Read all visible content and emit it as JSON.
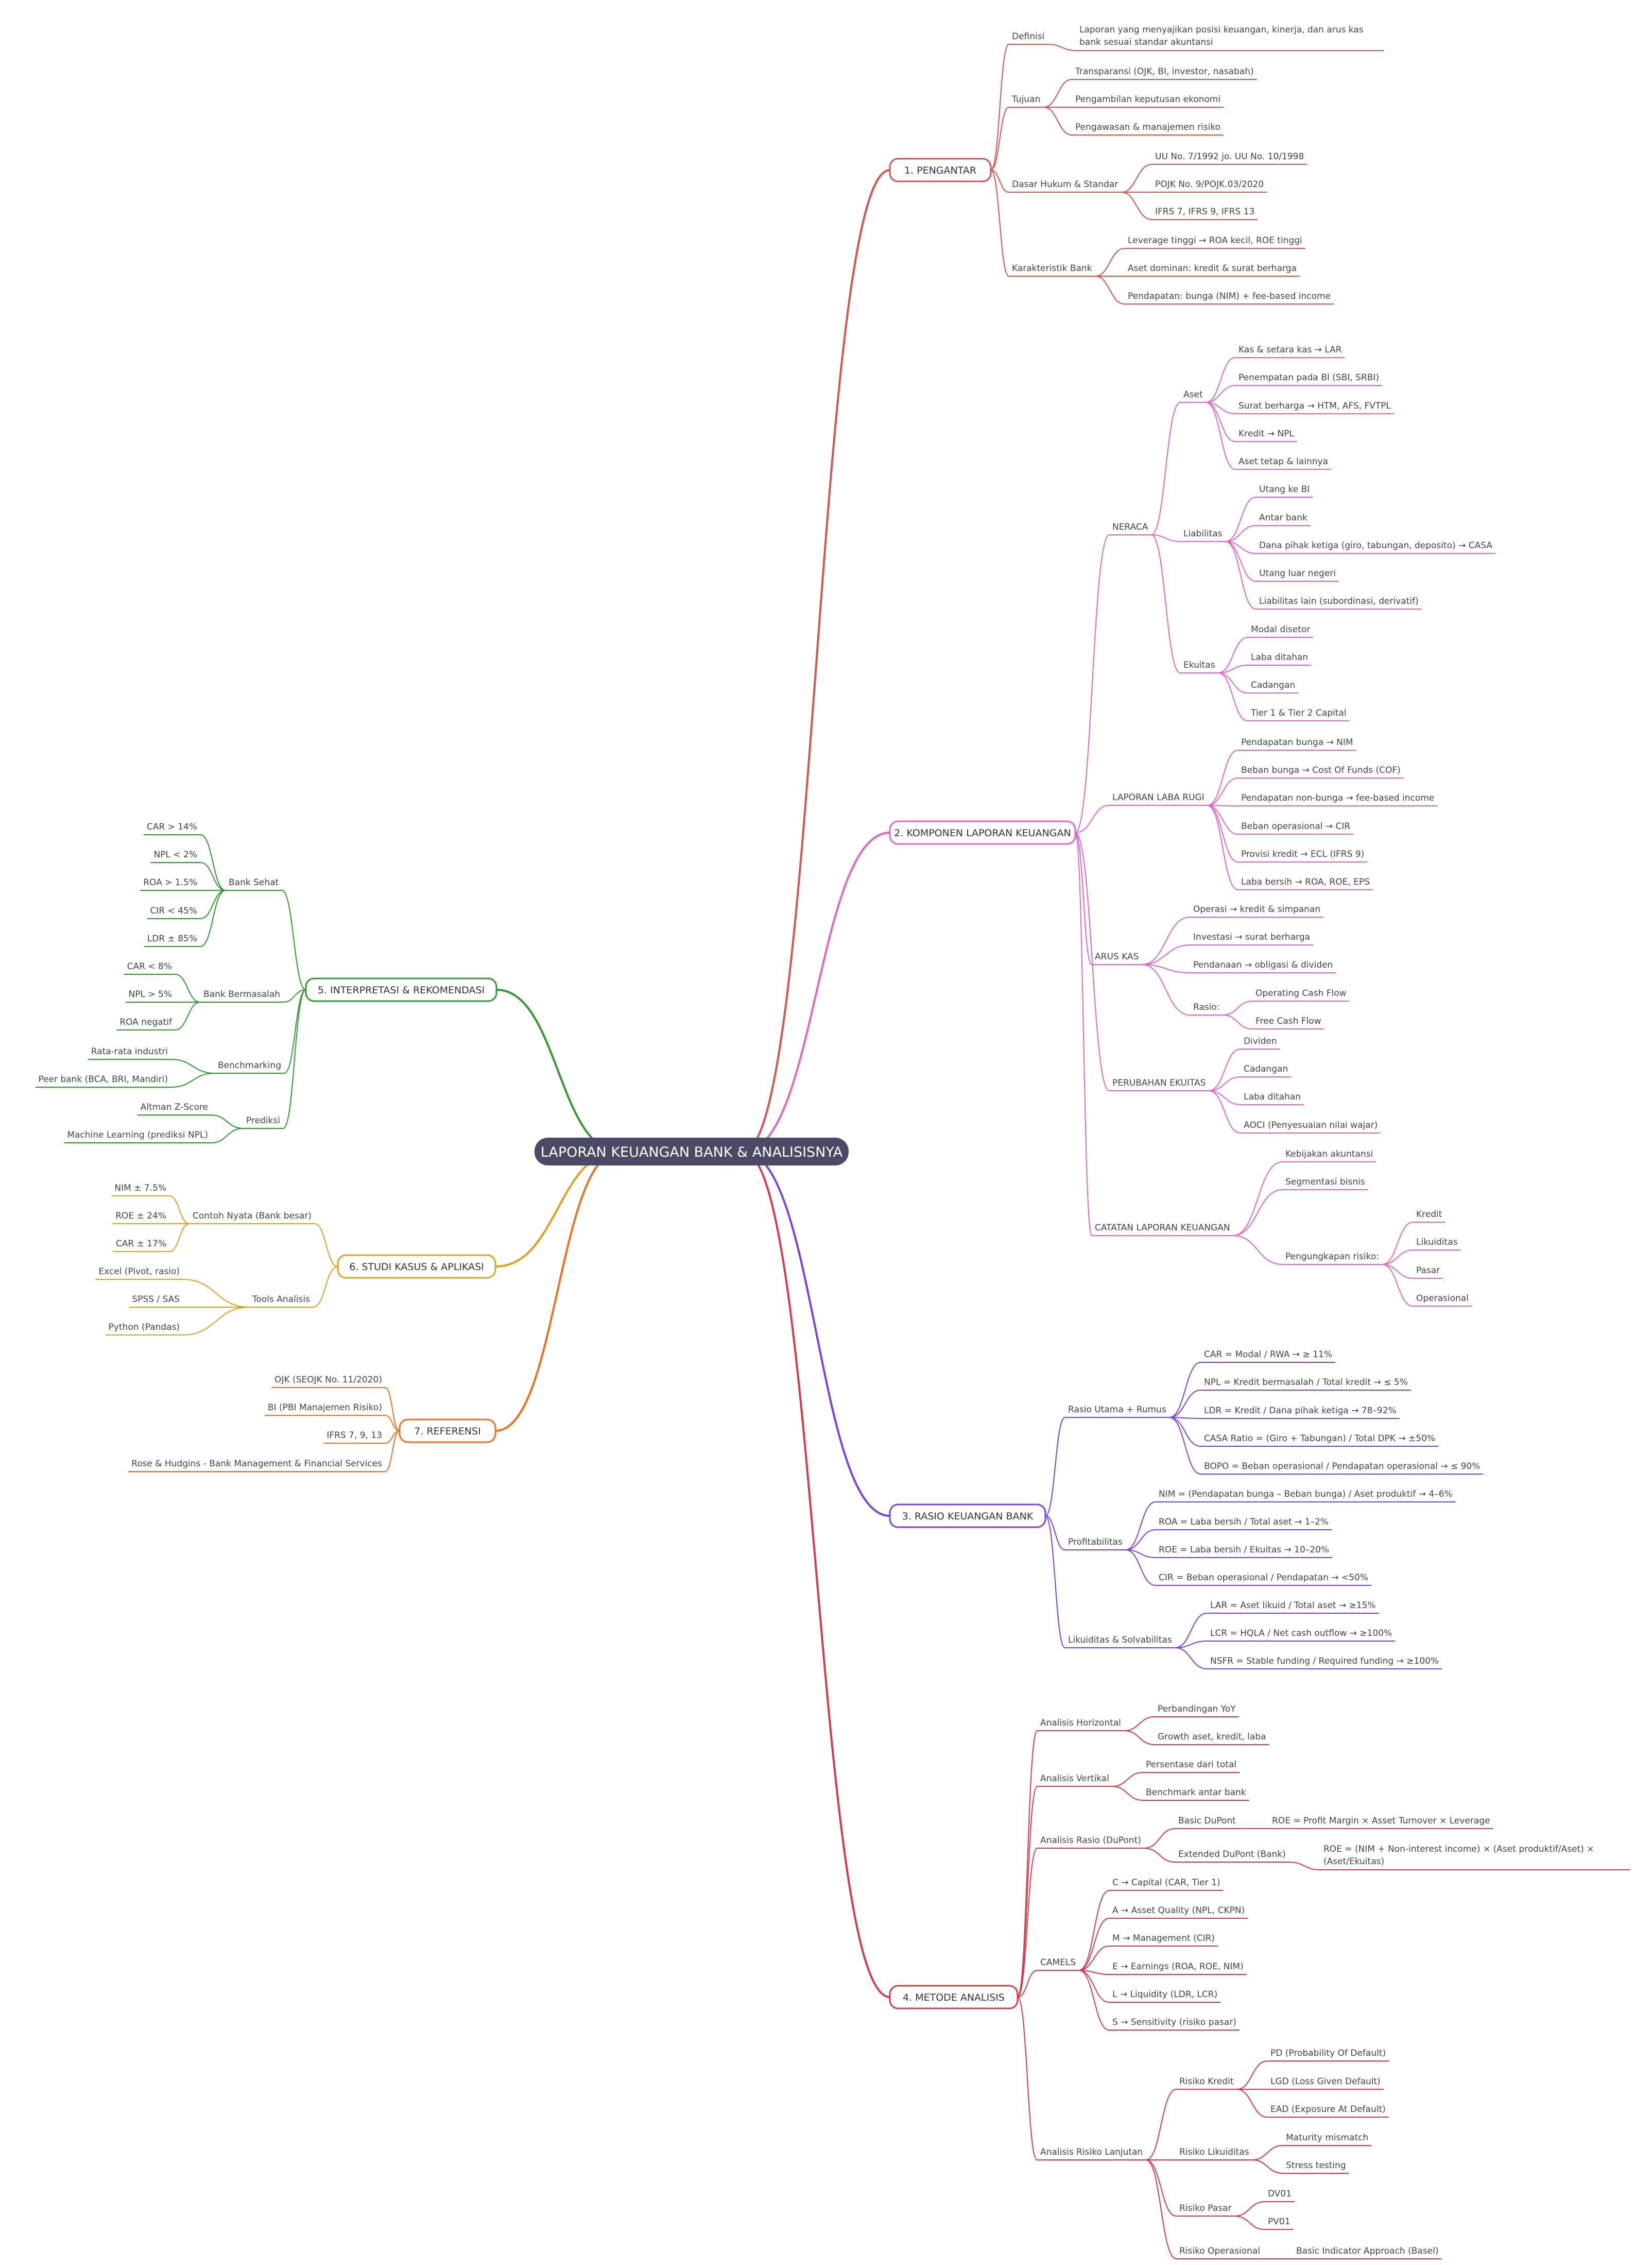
{
  "root": "LAPORAN KEUANGAN BANK & ANALISISNYA",
  "branches": [
    {
      "label": "1. PENGANTAR",
      "color": "#d9534f",
      "side": "right",
      "children": [
        {
          "label": "Definisi",
          "children": [
            {
              "label": "Laporan yang menyajikan posisi keuangan, kinerja, dan arus kas",
              "label2": "bank sesuai standar akuntansi"
            }
          ]
        },
        {
          "label": "Tujuan",
          "children": [
            {
              "label": "Transparansi (OJK, BI, investor, nasabah)"
            },
            {
              "label": "Pengambilan keputusan ekonomi"
            },
            {
              "label": "Pengawasan & manajemen risiko"
            }
          ]
        },
        {
          "label": "Dasar Hukum & Standar",
          "children": [
            {
              "label": "UU No. 7/1992 jo. UU No. 10/1998"
            },
            {
              "label": "POJK No. 9/POJK.03/2020"
            },
            {
              "label": "IFRS 7, IFRS 9, IFRS 13"
            }
          ]
        },
        {
          "label": "Karakteristik Bank",
          "children": [
            {
              "label": "Leverage tinggi → ROA kecil, ROE tinggi"
            },
            {
              "label": "Aset dominan: kredit & surat berharga"
            },
            {
              "label": "Pendapatan: bunga (NIM) + fee-based income"
            }
          ]
        }
      ]
    },
    {
      "label": "2. KOMPONEN LAPORAN KEUANGAN",
      "color": "#e066c8",
      "side": "right",
      "children": [
        {
          "label": "NERACA",
          "children": [
            {
              "label": "Aset",
              "children": [
                {
                  "label": "Kas & setara kas → LAR"
                },
                {
                  "label": "Penempatan pada BI (SBI, SRBI)"
                },
                {
                  "label": "Surat berharga → HTM, AFS, FVTPL"
                },
                {
                  "label": "Kredit → NPL"
                },
                {
                  "label": "Aset tetap & lainnya"
                }
              ]
            },
            {
              "label": "Liabilitas",
              "children": [
                {
                  "label": "Utang ke BI"
                },
                {
                  "label": "Antar bank"
                },
                {
                  "label": "Dana pihak ketiga (giro, tabungan, deposito) → CASA"
                },
                {
                  "label": "Utang luar negeri"
                },
                {
                  "label": "Liabilitas lain (subordinasi, derivatif)"
                }
              ]
            },
            {
              "label": "Ekuitas",
              "children": [
                {
                  "label": "Modal disetor"
                },
                {
                  "label": "Laba ditahan"
                },
                {
                  "label": "Cadangan"
                },
                {
                  "label": "Tier 1 & Tier 2 Capital"
                }
              ]
            }
          ]
        },
        {
          "label": "LAPORAN LABA RUGI",
          "children": [
            {
              "label": "Pendapatan bunga → NIM"
            },
            {
              "label": "Beban bunga → Cost Of Funds (COF)"
            },
            {
              "label": "Pendapatan non-bunga → fee-based income"
            },
            {
              "label": "Beban operasional → CIR"
            },
            {
              "label": "Provisi kredit → ECL (IFRS 9)"
            },
            {
              "label": "Laba bersih → ROA, ROE, EPS"
            }
          ]
        },
        {
          "label": "ARUS KAS",
          "children": [
            {
              "label": "Operasi → kredit & simpanan"
            },
            {
              "label": "Investasi → surat berharga"
            },
            {
              "label": "Pendanaan → obligasi & dividen"
            },
            {
              "label": "Rasio:",
              "children": [
                {
                  "label": "Operating Cash Flow"
                },
                {
                  "label": "Free Cash Flow"
                }
              ]
            }
          ]
        },
        {
          "label": "PERUBAHAN EKUITAS",
          "children": [
            {
              "label": "Dividen"
            },
            {
              "label": "Cadangan"
            },
            {
              "label": "Laba ditahan"
            },
            {
              "label": "AOCI (Penyesuaian nilai wajar)"
            }
          ]
        },
        {
          "label": "CATATAN LAPORAN KEUANGAN",
          "children": [
            {
              "label": "Kebijakan akuntansi"
            },
            {
              "label": "Segmentasi bisnis"
            },
            {
              "label": "Pengungkapan risiko:",
              "children": [
                {
                  "label": "Kredit"
                },
                {
                  "label": "Likuiditas"
                },
                {
                  "label": "Pasar"
                },
                {
                  "label": "Operasional"
                }
              ]
            }
          ]
        }
      ]
    },
    {
      "label": "3. RASIO KEUANGAN BANK",
      "color": "#7b3fe4",
      "side": "right",
      "children": [
        {
          "label": "Rasio Utama + Rumus",
          "children": [
            {
              "label": "CAR = Modal / RWA → ≥ 11%"
            },
            {
              "label": "NPL = Kredit bermasalah / Total kredit → ≤ 5%"
            },
            {
              "label": "LDR = Kredit / Dana pihak ketiga → 78–92%"
            },
            {
              "label": "CASA Ratio = (Giro + Tabungan) / Total DPK → ±50%"
            },
            {
              "label": "BOPO = Beban operasional / Pendapatan operasional → ≤ 90%"
            }
          ]
        },
        {
          "label": "Profitabilitas",
          "children": [
            {
              "label": "NIM = (Pendapatan bunga – Beban bunga) / Aset produktif → 4–6%"
            },
            {
              "label": "ROA = Laba bersih / Total aset → 1–2%"
            },
            {
              "label": "ROE = Laba bersih / Ekuitas → 10–20%"
            },
            {
              "label": "CIR = Beban operasional / Pendapatan → <50%"
            }
          ]
        },
        {
          "label": "Likuiditas & Solvabilitas",
          "children": [
            {
              "label": "LAR = Aset likuid / Total aset → ≥15%"
            },
            {
              "label": "LCR = HQLA / Net cash outflow → ≥100%"
            },
            {
              "label": "NSFR = Stable funding / Required funding → ≥100%"
            }
          ]
        }
      ]
    },
    {
      "label": "4. METODE ANALISIS",
      "color": "#d93a4a",
      "side": "right",
      "children": [
        {
          "label": "Analisis Horizontal",
          "children": [
            {
              "label": "Perbandingan YoY"
            },
            {
              "label": "Growth aset, kredit, laba"
            }
          ]
        },
        {
          "label": "Analisis Vertikal",
          "children": [
            {
              "label": "Persentase dari total"
            },
            {
              "label": "Benchmark antar bank"
            }
          ]
        },
        {
          "label": "Analisis Rasio (DuPont)",
          "children": [
            {
              "label": "Basic DuPont",
              "children": [
                {
                  "label": "ROE = Profit Margin × Asset Turnover × Leverage"
                }
              ]
            },
            {
              "label": "Extended DuPont (Bank)",
              "children": [
                {
                  "label": "ROE = (NIM + Non-interest income) × (Aset produktif/Aset) ×",
                  "label2": "(Aset/Ekuitas)"
                }
              ]
            }
          ]
        },
        {
          "label": "CAMELS",
          "children": [
            {
              "label": "C → Capital (CAR, Tier 1)"
            },
            {
              "label": "A → Asset Quality (NPL, CKPN)"
            },
            {
              "label": "M → Management (CIR)"
            },
            {
              "label": "E → Earnings (ROA, ROE, NIM)"
            },
            {
              "label": "L → Liquidity (LDR, LCR)"
            },
            {
              "label": "S → Sensitivity (risiko pasar)"
            }
          ]
        },
        {
          "label": "Analisis Risiko Lanjutan",
          "children": [
            {
              "label": "Risiko Kredit",
              "children": [
                {
                  "label": "PD (Probability Of Default)"
                },
                {
                  "label": "LGD (Loss Given Default)"
                },
                {
                  "label": "EAD (Exposure At Default)"
                }
              ]
            },
            {
              "label": "Risiko Likuiditas",
              "children": [
                {
                  "label": "Maturity mismatch"
                },
                {
                  "label": "Stress testing"
                }
              ]
            },
            {
              "label": "Risiko Pasar",
              "children": [
                {
                  "label": "DV01"
                },
                {
                  "label": "PV01"
                }
              ]
            },
            {
              "label": "Risiko Operasional",
              "children": [
                {
                  "label": "Basic Indicator Approach (Basel)"
                }
              ]
            }
          ]
        }
      ]
    },
    {
      "label": "5. INTERPRETASI & REKOMENDASI",
      "color": "#2e9a2e",
      "side": "left",
      "children": [
        {
          "label": "Bank Sehat",
          "children": [
            {
              "label": "CAR > 14%"
            },
            {
              "label": "NPL < 2%"
            },
            {
              "label": "ROA > 1.5%"
            },
            {
              "label": "CIR < 45%"
            },
            {
              "label": "LDR ± 85%"
            }
          ]
        },
        {
          "label": "Bank Bermasalah",
          "children": [
            {
              "label": "CAR < 8%"
            },
            {
              "label": "NPL > 5%"
            },
            {
              "label": "ROA negatif"
            }
          ]
        },
        {
          "label": "Benchmarking",
          "children": [
            {
              "label": "Rata-rata industri"
            },
            {
              "label": "Peer bank (BCA, BRI, Mandiri)"
            }
          ]
        },
        {
          "label": "Prediksi",
          "children": [
            {
              "label": "Altman Z-Score"
            },
            {
              "label": "Machine Learning (prediksi NPL)"
            }
          ]
        }
      ]
    },
    {
      "label": "6. STUDI KASUS & APLIKASI",
      "color": "#e0a020",
      "side": "left",
      "children": [
        {
          "label": "Contoh Nyata (Bank besar)",
          "children": [
            {
              "label": "NIM ± 7.5%"
            },
            {
              "label": "ROE ± 24%"
            },
            {
              "label": "CAR ± 17%"
            }
          ]
        },
        {
          "label": "Tools Analisis",
          "children": [
            {
              "label": "Excel (Pivot, rasio)"
            },
            {
              "label": "SPSS / SAS"
            },
            {
              "label": "Python (Pandas)"
            }
          ]
        }
      ]
    },
    {
      "label": "7. REFERENSI",
      "color": "#f07020",
      "side": "left",
      "children": [
        {
          "label": "OJK (SEOJK No. 11/2020)"
        },
        {
          "label": "BI (PBI Manajemen Risiko)"
        },
        {
          "label": "IFRS 7, 9, 13"
        },
        {
          "label": "Rose & Hudgins - Bank Management & Financial Services"
        }
      ]
    }
  ]
}
